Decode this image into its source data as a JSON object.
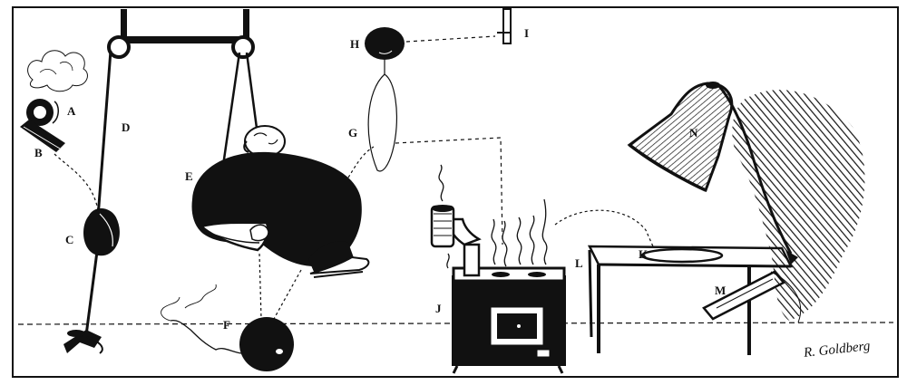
{
  "illustration": {
    "labels": {
      "A": "A",
      "B": "B",
      "C": "C",
      "D": "D",
      "E": "E",
      "F": "F",
      "G": "G",
      "H": "H",
      "I": "I",
      "J": "J",
      "K": "K",
      "L": "L",
      "M": "M",
      "N": "N"
    },
    "signature": "R. Goldberg",
    "colors": {
      "ink": "#111111",
      "paper": "#ffffff"
    }
  }
}
